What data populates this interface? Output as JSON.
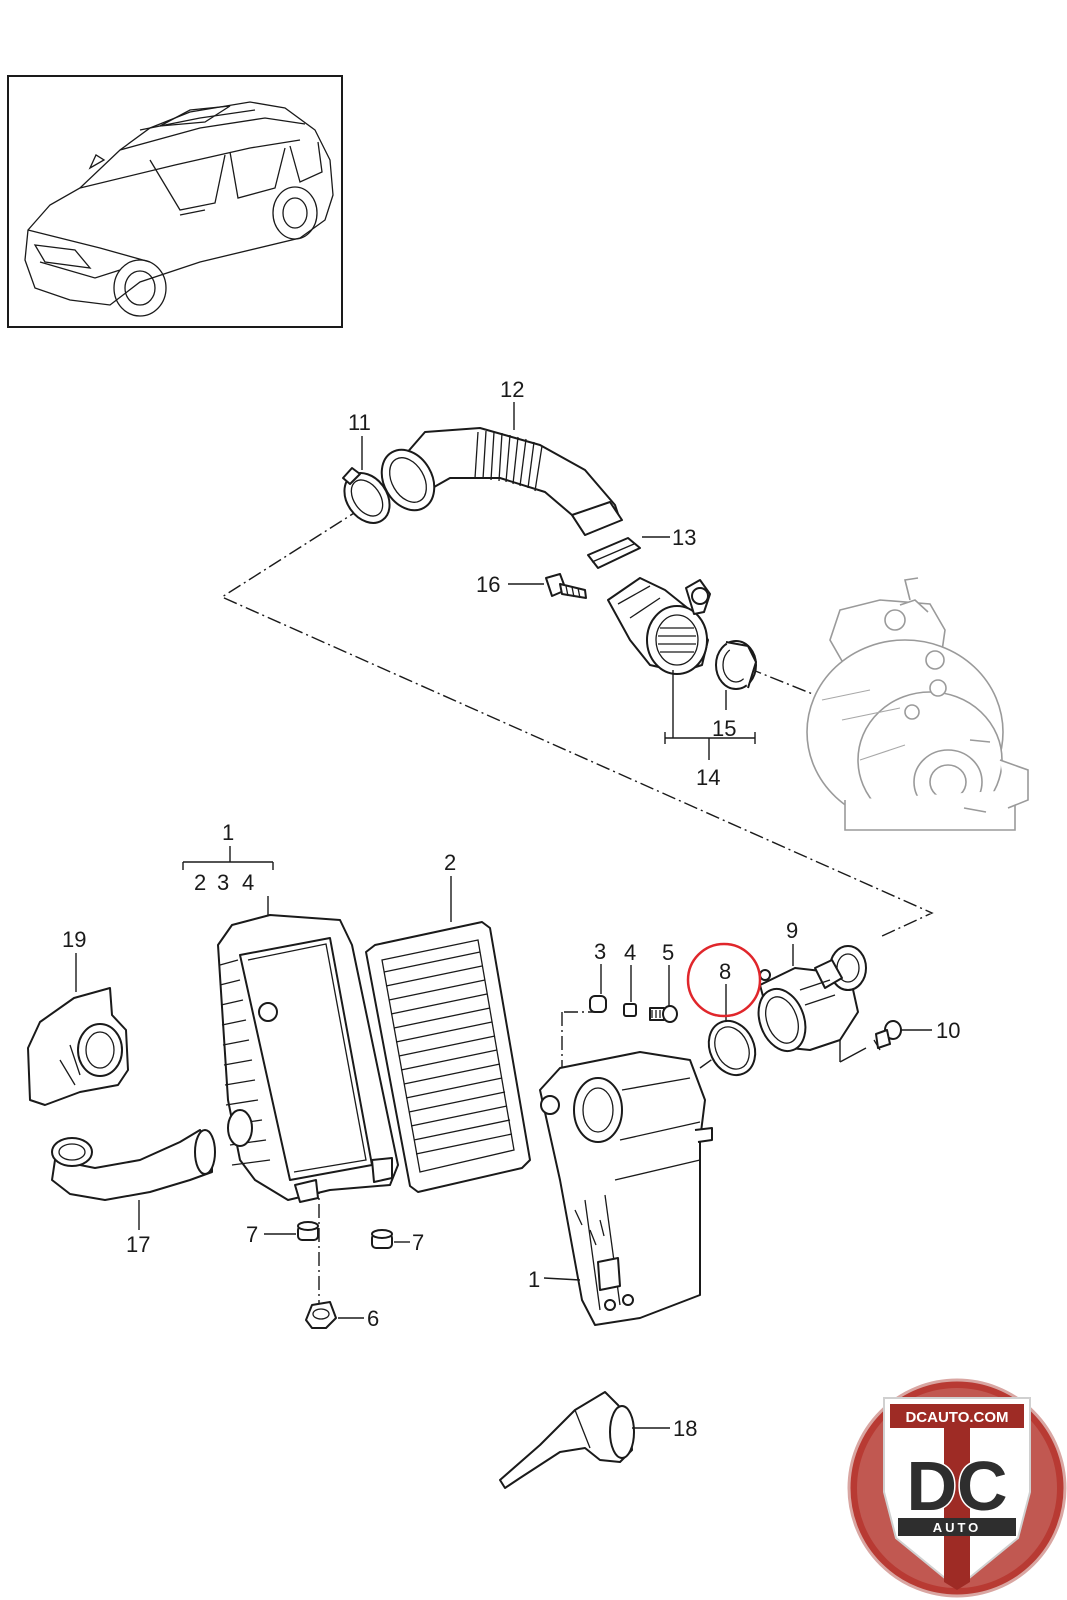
{
  "callouts": {
    "c1": "1",
    "c1_sub": "1",
    "c2": "2",
    "c2_sub": "2",
    "c3": "3",
    "c3_sub": "3",
    "c4": "4",
    "c4_sub": "4",
    "c5": "5",
    "c6": "6",
    "c7a": "7",
    "c7b": "7",
    "c8": "8",
    "c9": "9",
    "c10": "10",
    "c11": "11",
    "c12": "12",
    "c13": "13",
    "c14": "14",
    "c15": "15",
    "c16": "16",
    "c17": "17",
    "c18": "18",
    "c19": "19"
  },
  "highlight": {
    "part": "8",
    "color": "#e0262b"
  },
  "watermark": {
    "site": "DCAUTO.COM",
    "monogram": "DC",
    "word": "AUTO",
    "colors": {
      "ring": "#c0392b",
      "badge": "#9e2b25",
      "letters": "#2e2e2e"
    }
  }
}
